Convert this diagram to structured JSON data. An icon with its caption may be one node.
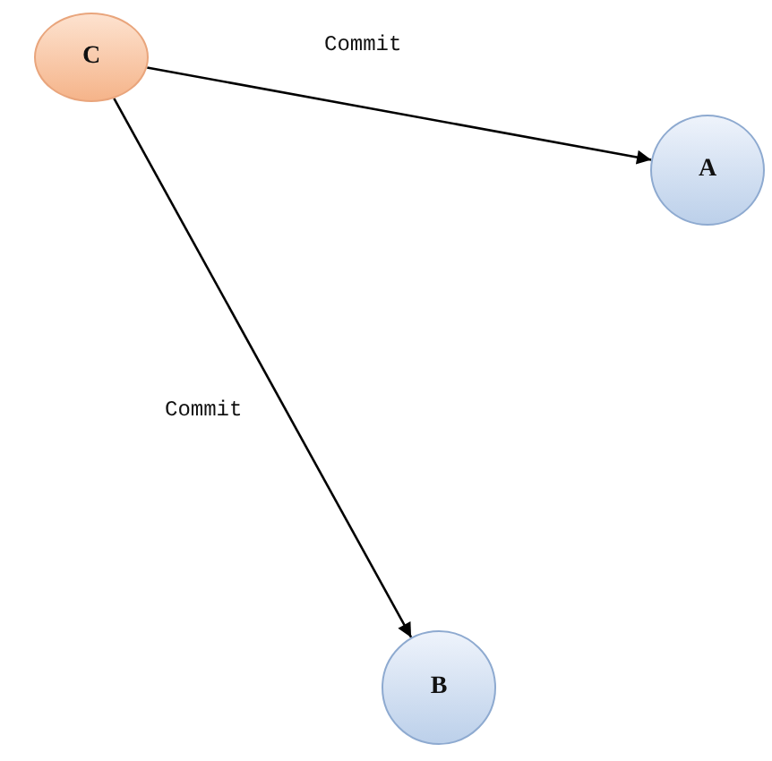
{
  "diagram": {
    "nodes": [
      {
        "text": [
          "C"
        ]
      },
      {
        "text": [
          "A"
        ]
      },
      {
        "text": [
          "B"
        ]
      }
    ],
    "edges": [
      {
        "from": 0,
        "to": 1,
        "arrow": "to",
        "label": "Commit"
      },
      {
        "from": 0,
        "to": 2,
        "arrow": "to",
        "label": "Commit"
      }
    ]
  }
}
